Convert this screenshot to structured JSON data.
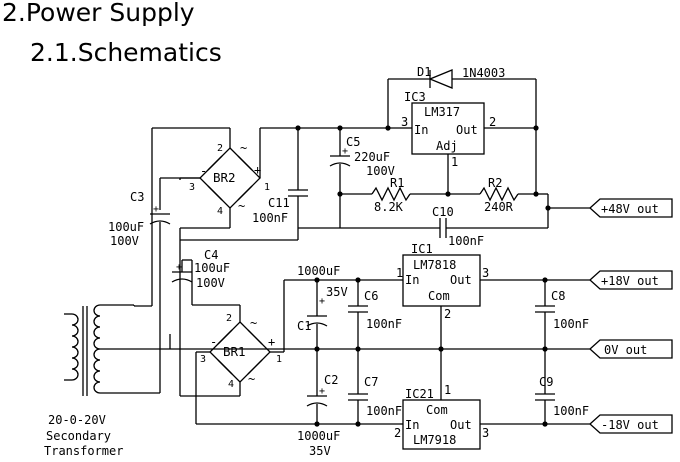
{
  "section_title": "2.Power Supply",
  "subsection_title": "2.1.Schematics",
  "schematic": {
    "d1": {
      "ref": "D1",
      "part": "1N4003"
    },
    "ic3": {
      "ref": "IC3",
      "part": "LM317",
      "in": "In",
      "out": "Out",
      "adj": "Adj",
      "pin_in": "3",
      "pin_out": "2",
      "pin_adj": "1"
    },
    "c5": {
      "ref": "C5",
      "value": "220uF",
      "voltage": "100V"
    },
    "c11": {
      "ref": "C11",
      "value": "100nF"
    },
    "r1": {
      "ref": "R1",
      "value": "8.2K"
    },
    "r2": {
      "ref": "R2",
      "value": "240R"
    },
    "c10": {
      "ref": "C10",
      "value": "100nF"
    },
    "br2": {
      "ref": "BR2",
      "pins": [
        "2",
        "3",
        "1",
        "4"
      ],
      "ac1": "~",
      "ac2": "~",
      "plus": "+",
      "minus": "-"
    },
    "c3": {
      "ref": "C3",
      "value": "100uF",
      "voltage": "100V"
    },
    "c4": {
      "ref": "C4",
      "value": "100uF",
      "voltage": "100V"
    },
    "ic1": {
      "ref": "IC1",
      "part": "LM7818",
      "in": "In",
      "out": "Out",
      "com": "Com",
      "pin_in": "1",
      "pin_out": "3",
      "pin_com": "2"
    },
    "ic21": {
      "ref": "IC21",
      "part": "LM7918",
      "in": "In",
      "out": "Out",
      "com": "Com",
      "pin_in": "2",
      "pin_out": "3",
      "pin_com": "1"
    },
    "c1": {
      "ref": "C1",
      "value": "1000uF",
      "voltage": "35V"
    },
    "c2": {
      "ref": "C2",
      "value": "1000uF",
      "voltage": "35V"
    },
    "c6": {
      "ref": "C6",
      "value": "100nF"
    },
    "c7": {
      "ref": "C7",
      "value": "100nF"
    },
    "c8": {
      "ref": "C8",
      "value": "100nF"
    },
    "c9": {
      "ref": "C9",
      "value": "100nF"
    },
    "br1": {
      "ref": "BR1",
      "pins": [
        "2",
        "3",
        "1",
        "4"
      ],
      "ac1": "~",
      "ac2": "~",
      "plus": "+",
      "minus": "-"
    },
    "transformer": {
      "line1": "20-0-20V",
      "line2": "Secondary",
      "line3": "Transformer"
    },
    "outputs": [
      "+48V out",
      "+18V out",
      "0V out",
      "-18V out"
    ],
    "plus_sign": "+"
  }
}
